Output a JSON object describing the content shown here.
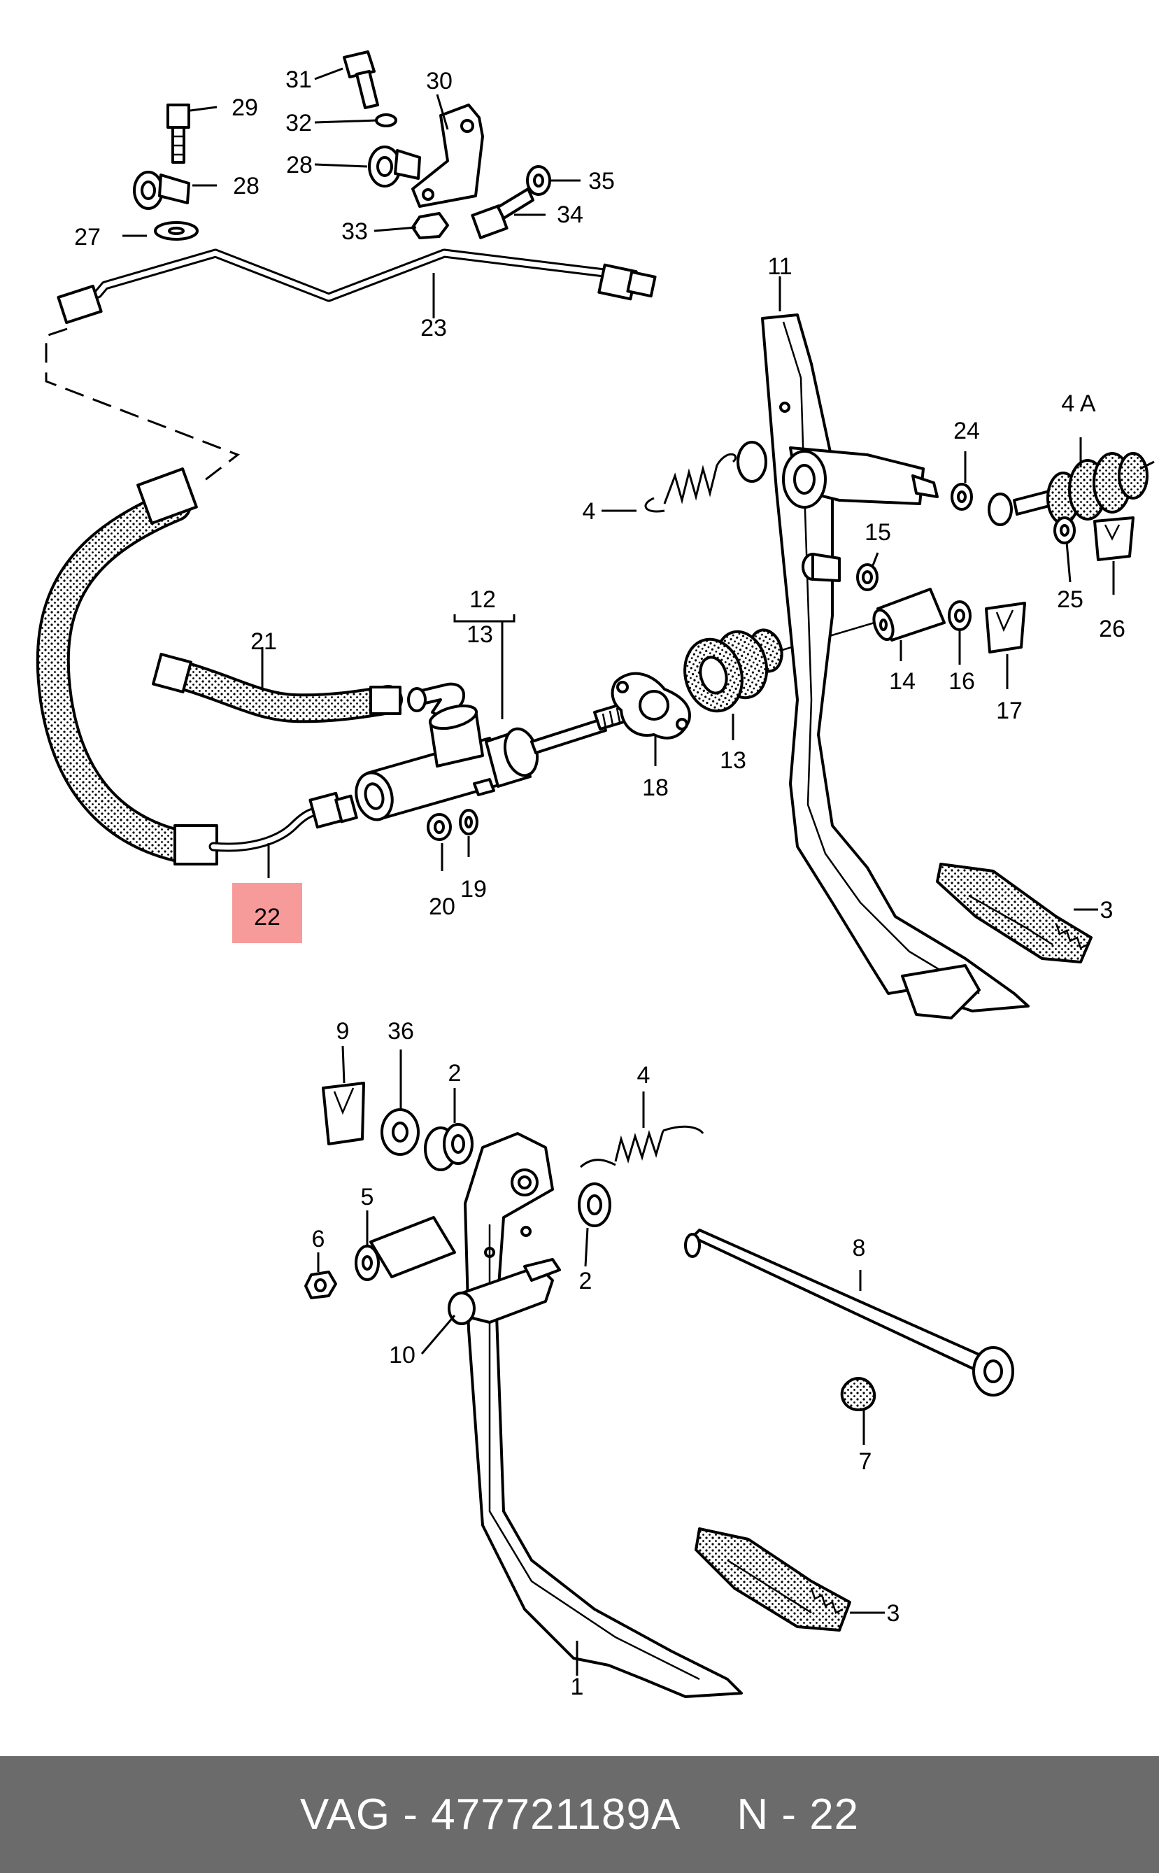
{
  "callouts": {
    "c1": "1",
    "c2a": "2",
    "c2b": "2",
    "c3a": "3",
    "c3b": "3",
    "c4a": "4",
    "c4b": "4",
    "c4A": "4 A",
    "c5": "5",
    "c6": "6",
    "c7": "7",
    "c8": "8",
    "c9": "9",
    "c10": "10",
    "c11": "11",
    "c12": "12",
    "c13a": "13",
    "c13b": "13",
    "c14": "14",
    "c15": "15",
    "c16": "16",
    "c17": "17",
    "c18": "18",
    "c19": "19",
    "c20": "20",
    "c21": "21",
    "c22": "22",
    "c23": "23",
    "c24": "24",
    "c25": "25",
    "c26": "26",
    "c27": "27",
    "c28": "28",
    "c29": "29",
    "c30": "30",
    "c31": "31",
    "c32": "32",
    "c33": "33",
    "c34": "34",
    "c35": "35",
    "c36": "36"
  },
  "highlight": {
    "part": "22",
    "color": "#f79a9a"
  },
  "footer": {
    "brand_part": "VAG - 477721189A",
    "ref": "N - 22"
  }
}
